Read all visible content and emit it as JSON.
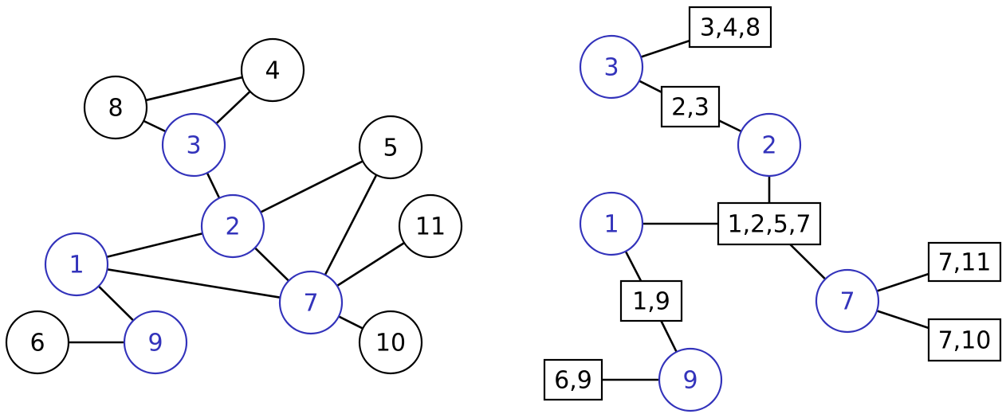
{
  "colors": {
    "highlight": "#3333bb",
    "normal": "#000000",
    "edge": "#000000"
  },
  "graph": {
    "nodes": [
      {
        "id": "1",
        "label": "1",
        "highlight": true
      },
      {
        "id": "2",
        "label": "2",
        "highlight": true
      },
      {
        "id": "3",
        "label": "3",
        "highlight": true
      },
      {
        "id": "4",
        "label": "4",
        "highlight": false
      },
      {
        "id": "5",
        "label": "5",
        "highlight": false
      },
      {
        "id": "6",
        "label": "6",
        "highlight": false
      },
      {
        "id": "7",
        "label": "7",
        "highlight": true
      },
      {
        "id": "8",
        "label": "8",
        "highlight": false
      },
      {
        "id": "9",
        "label": "9",
        "highlight": true
      },
      {
        "id": "10",
        "label": "10",
        "highlight": false
      },
      {
        "id": "11",
        "label": "11",
        "highlight": false
      }
    ],
    "edges": [
      [
        "8",
        "4"
      ],
      [
        "8",
        "3"
      ],
      [
        "3",
        "4"
      ],
      [
        "3",
        "2"
      ],
      [
        "2",
        "5"
      ],
      [
        "2",
        "1"
      ],
      [
        "2",
        "7"
      ],
      [
        "5",
        "7"
      ],
      [
        "11",
        "7"
      ],
      [
        "7",
        "10"
      ],
      [
        "1",
        "7"
      ],
      [
        "1",
        "9"
      ],
      [
        "6",
        "9"
      ]
    ]
  },
  "tree": {
    "nodes": [
      {
        "id": "t3",
        "label": "3",
        "kind": "vertex"
      },
      {
        "id": "t2",
        "label": "2",
        "kind": "vertex"
      },
      {
        "id": "t1",
        "label": "1",
        "kind": "vertex"
      },
      {
        "id": "t7",
        "label": "7",
        "kind": "vertex"
      },
      {
        "id": "t9",
        "label": "9",
        "kind": "vertex"
      },
      {
        "id": "b348",
        "label": "3,4,8",
        "kind": "bag"
      },
      {
        "id": "b23",
        "label": "2,3",
        "kind": "bag"
      },
      {
        "id": "b1257",
        "label": "1,2,5,7",
        "kind": "bag"
      },
      {
        "id": "b19",
        "label": "1,9",
        "kind": "bag"
      },
      {
        "id": "b69",
        "label": "6,9",
        "kind": "bag"
      },
      {
        "id": "b711",
        "label": "7,11",
        "kind": "bag"
      },
      {
        "id": "b710",
        "label": "7,10",
        "kind": "bag"
      }
    ],
    "edges": [
      [
        "t3",
        "b348"
      ],
      [
        "t3",
        "b23"
      ],
      [
        "b23",
        "t2"
      ],
      [
        "t2",
        "b1257"
      ],
      [
        "t1",
        "b1257"
      ],
      [
        "b1257",
        "t7"
      ],
      [
        "t7",
        "b711"
      ],
      [
        "t7",
        "b710"
      ],
      [
        "t1",
        "b19"
      ],
      [
        "b19",
        "t9"
      ],
      [
        "b69",
        "t9"
      ]
    ]
  }
}
